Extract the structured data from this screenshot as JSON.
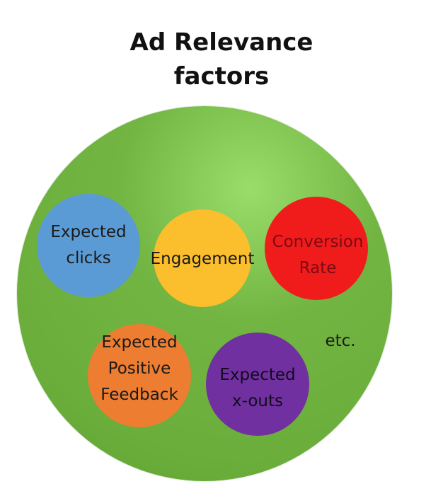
{
  "title": {
    "line1": "Ad Relevance",
    "line2": "factors"
  },
  "colors": {
    "outer_circle": "#72b543",
    "expected_clicks": "#5b9bd5",
    "engagement": "#fbbf2d",
    "conversion_rate": "#f01c1c",
    "expected_positive_feedback": "#ed7d31",
    "expected_x_outs": "#7030a0"
  },
  "factors": {
    "expected_clicks": {
      "line1": "Expected",
      "line2": "clicks"
    },
    "engagement": {
      "line1": "Engagement"
    },
    "conversion_rate": {
      "line1": "Conversion",
      "line2": "Rate"
    },
    "expected_positive_feedback": {
      "line1": "Expected",
      "line2": "Positive",
      "line3": "Feedback"
    },
    "expected_x_outs": {
      "line1": "Expected",
      "line2": "x-outs"
    },
    "etc": "etc."
  }
}
